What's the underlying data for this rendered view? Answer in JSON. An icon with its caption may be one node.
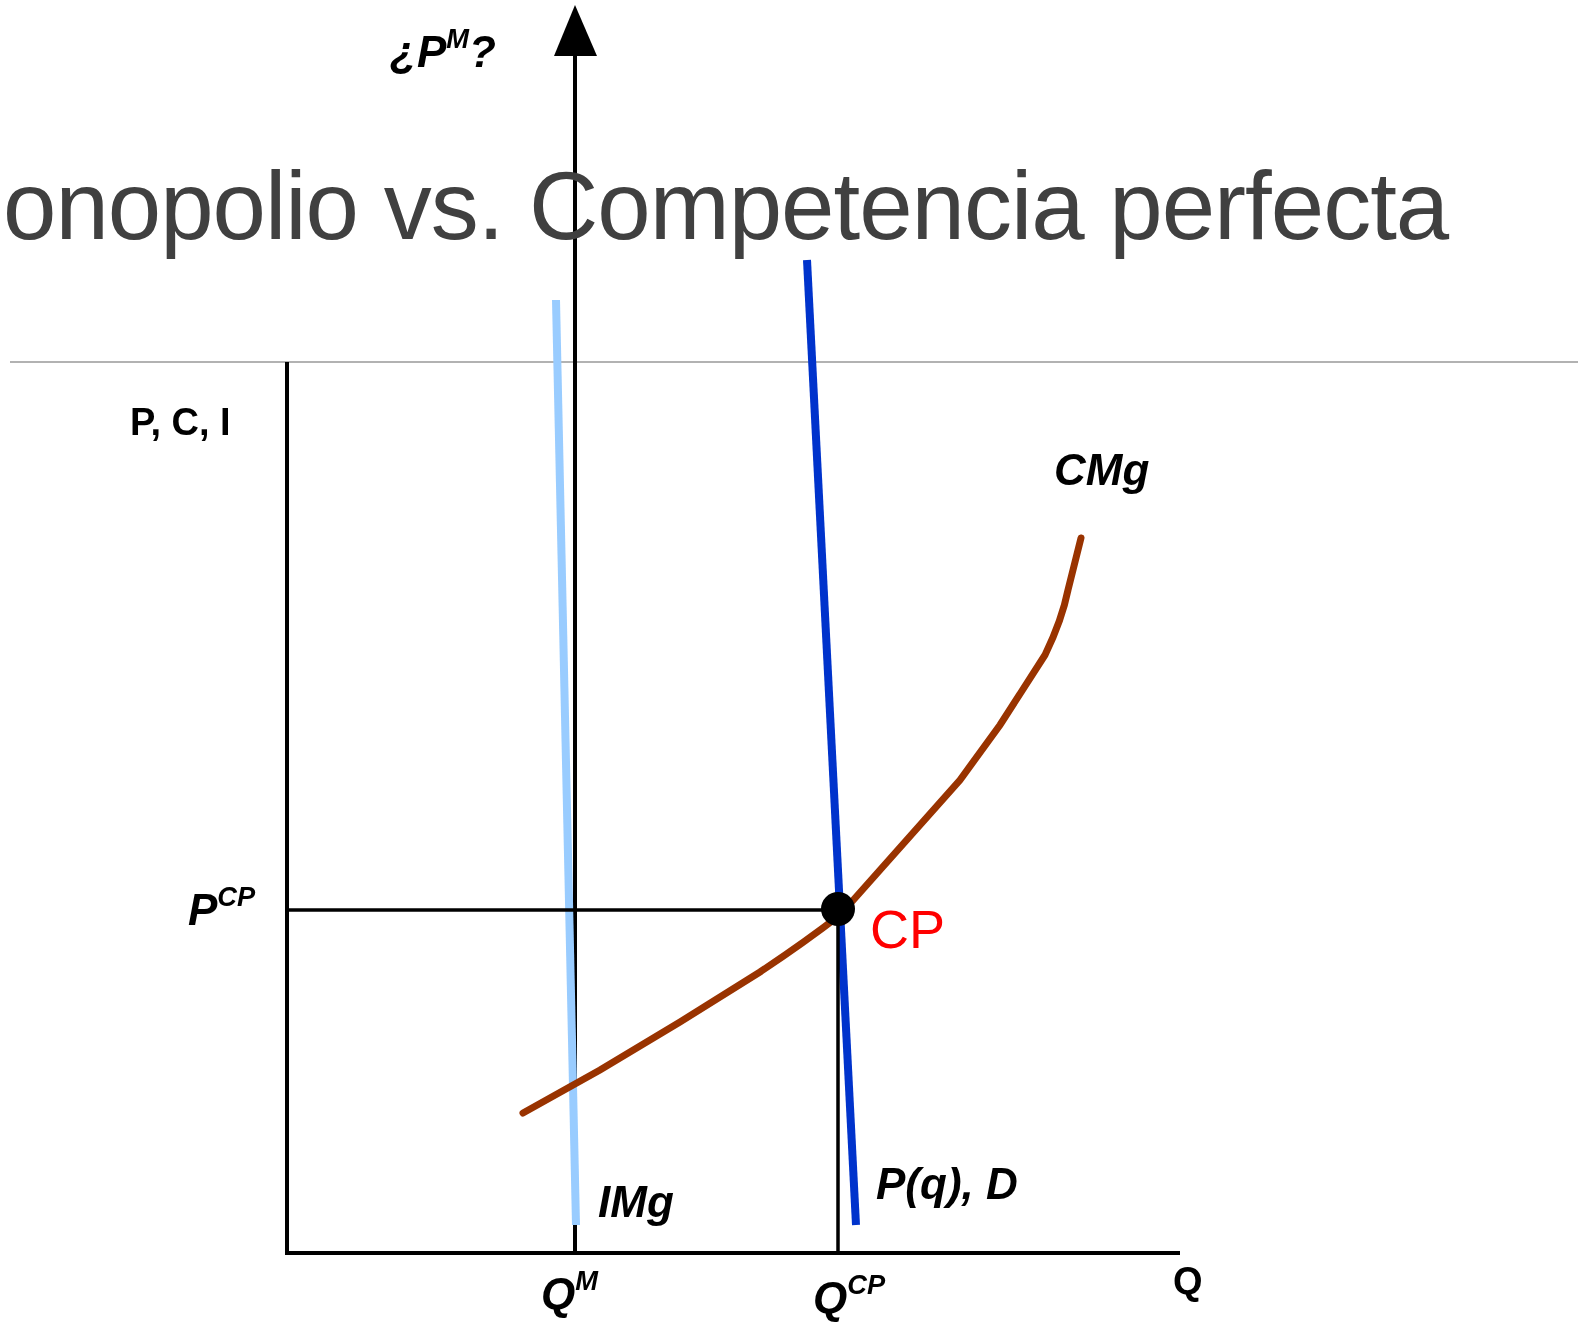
{
  "diagram": {
    "title": "onopolio vs. Competencia perfecta",
    "labels": [
      "¿P$^{M}$?",
      "P, C, I",
      "CMg",
      "P$^{CP}$",
      "CP",
      "IMg",
      "P(q), D",
      "Q$^{M}$",
      "Q$^{CP}$",
      "Q"
    ]
  }
}
